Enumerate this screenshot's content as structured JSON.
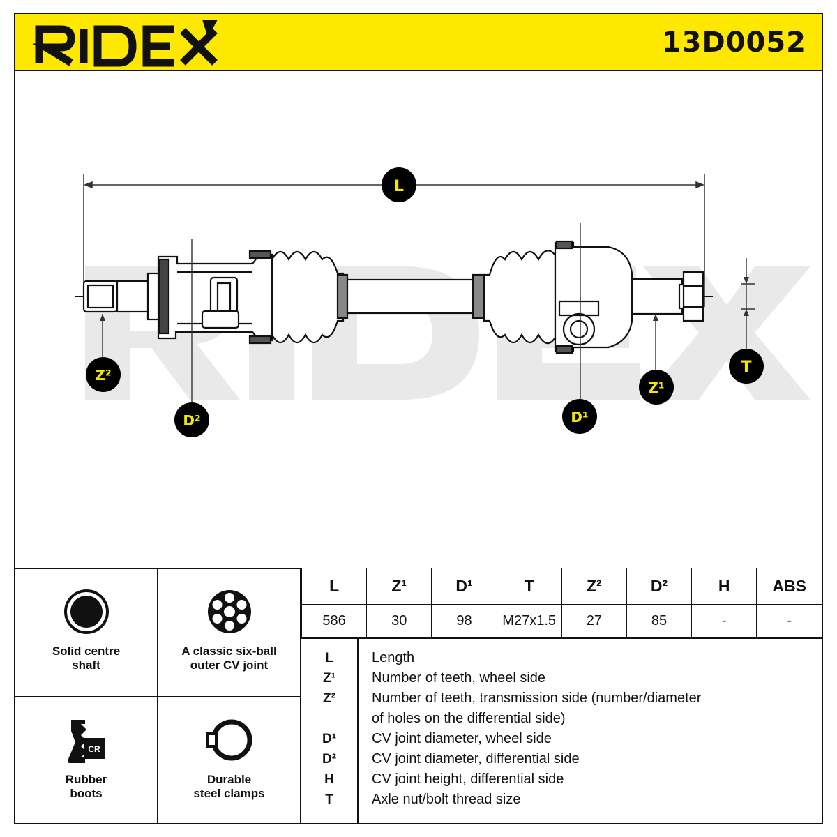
{
  "header": {
    "brand": "RIDEX",
    "part_number": "13D0052"
  },
  "watermark": "RIDEX",
  "colors": {
    "header_bg": "#ffe800",
    "callout_text": "#f5e600",
    "callout_fill": "#000000"
  },
  "dimension_labels": {
    "L": "L",
    "Z2": "Z²",
    "D2": "D²",
    "D1": "D¹",
    "Z1": "Z¹",
    "T": "T"
  },
  "features": [
    {
      "icon": "solid-shaft-icon",
      "label": "Solid centre\nshaft"
    },
    {
      "icon": "six-ball-joint-icon",
      "label": "A classic six-ball\nouter CV joint"
    },
    {
      "icon": "rubber-boot-icon",
      "icon_text": "CR",
      "label": "Rubber\nboots"
    },
    {
      "icon": "clamp-icon",
      "label": "Durable\nsteel clamps"
    }
  ],
  "specs": {
    "headers": [
      "L",
      "Z¹",
      "D¹",
      "T",
      "Z²",
      "D²",
      "H",
      "ABS"
    ],
    "values": [
      "586",
      "30",
      "98",
      "M27x1.5",
      "27",
      "85",
      "-",
      "-"
    ]
  },
  "legend": [
    {
      "symbol": "L",
      "text": "Length"
    },
    {
      "symbol": "Z¹",
      "text": "Number of teeth, wheel side"
    },
    {
      "symbol": "Z²",
      "text": "Number of teeth, transmission side (number/diameter"
    },
    {
      "symbol": "",
      "text": "of holes on the differential side)"
    },
    {
      "symbol": "D¹",
      "text": "CV joint diameter, wheel side"
    },
    {
      "symbol": "D²",
      "text": "CV joint diameter, differential side"
    },
    {
      "symbol": "H",
      "text": "CV joint height, differential side"
    },
    {
      "symbol": "T",
      "text": "Axle nut/bolt thread size"
    }
  ]
}
